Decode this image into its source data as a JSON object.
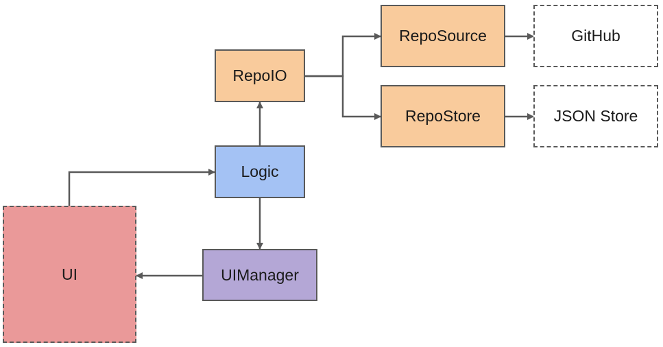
{
  "colors": {
    "repo_fill": "#f9cb9c",
    "logic_fill": "#a4c2f4",
    "uimanager_fill": "#b4a7d6",
    "ui_fill": "#ea9999",
    "external_fill": "#ffffff",
    "stroke": "#595959"
  },
  "nodes": {
    "repoio": {
      "label": "RepoIO",
      "fill": "repo_fill",
      "style": "solid"
    },
    "reposource": {
      "label": "RepoSource",
      "fill": "repo_fill",
      "style": "solid"
    },
    "repostore": {
      "label": "RepoStore",
      "fill": "repo_fill",
      "style": "solid"
    },
    "github": {
      "label": "GitHub",
      "fill": "external_fill",
      "style": "dashed"
    },
    "jsonstore": {
      "label": "JSON Store",
      "fill": "external_fill",
      "style": "dashed"
    },
    "logic": {
      "label": "Logic",
      "fill": "logic_fill",
      "style": "solid"
    },
    "uimanager": {
      "label": "UIManager",
      "fill": "uimanager_fill",
      "style": "solid"
    },
    "ui": {
      "label": "UI",
      "fill": "ui_fill",
      "style": "dashed"
    }
  },
  "edges": [
    {
      "from": "repoio",
      "to": "reposource"
    },
    {
      "from": "repoio",
      "to": "repostore"
    },
    {
      "from": "reposource",
      "to": "github"
    },
    {
      "from": "repostore",
      "to": "jsonstore"
    },
    {
      "from": "logic",
      "to": "repoio"
    },
    {
      "from": "ui",
      "to": "logic"
    },
    {
      "from": "logic",
      "to": "uimanager"
    },
    {
      "from": "uimanager",
      "to": "ui"
    }
  ]
}
